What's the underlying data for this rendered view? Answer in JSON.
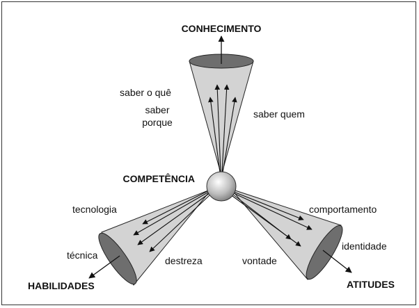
{
  "title_center": "COMPETÊNCIA",
  "top": {
    "heading": "CONHECIMENTO",
    "items": [
      "saber o quê",
      "saber",
      "porque",
      "saber quem"
    ]
  },
  "left": {
    "heading": "HABILIDADES",
    "items": [
      "tecnologia",
      "técnica",
      "destreza"
    ]
  },
  "right": {
    "heading": "ATITUDES",
    "items": [
      "comportamento",
      "identidade",
      "vontade"
    ]
  },
  "colors": {
    "cone_fill": "#d3d3d3",
    "cone_mouth": "#6e6e6e",
    "stroke": "#222222"
  }
}
